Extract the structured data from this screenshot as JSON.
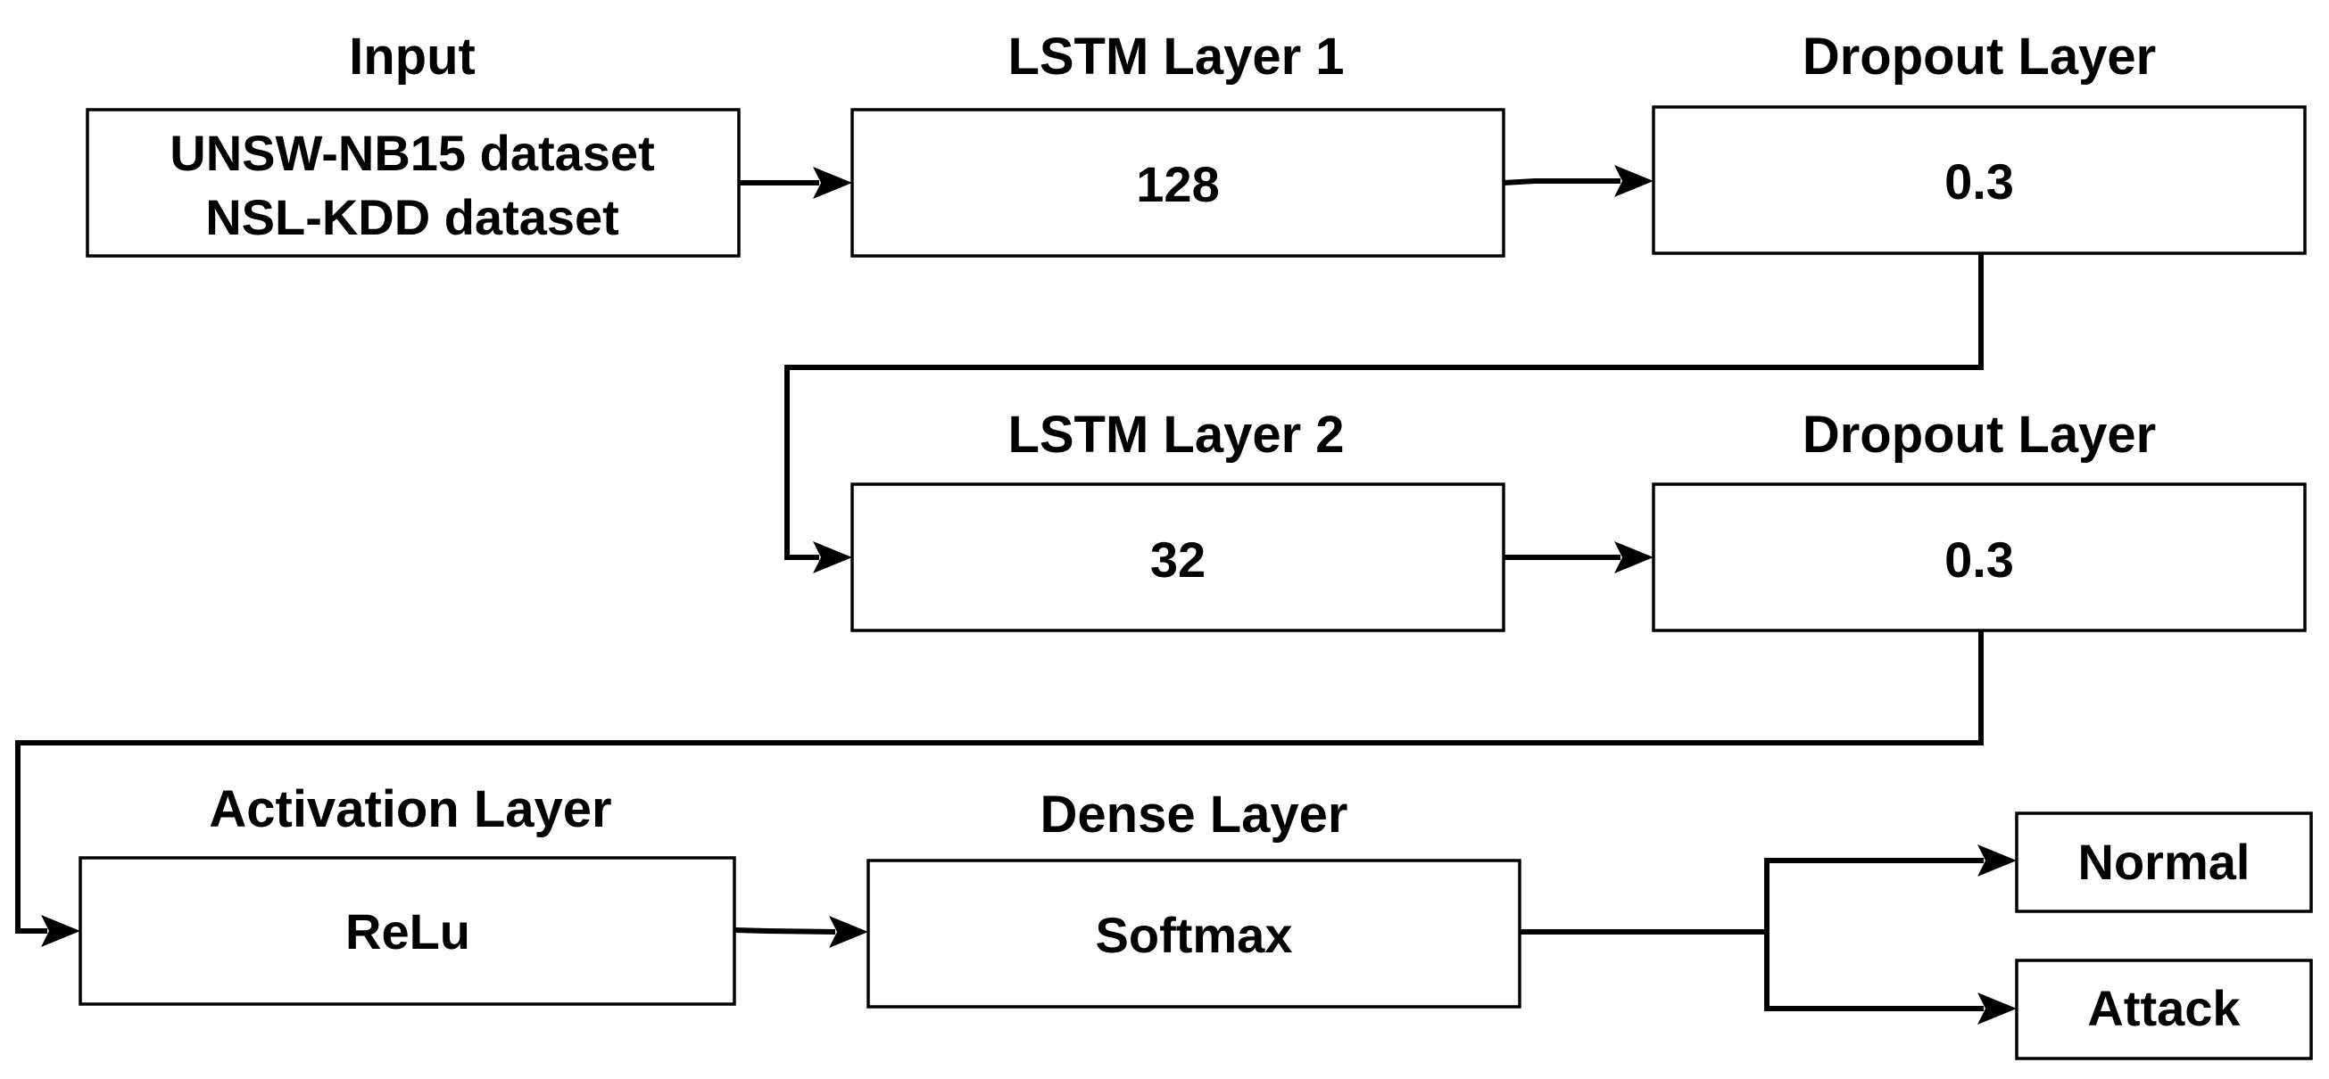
{
  "diagram": {
    "input": {
      "title": "Input",
      "line1": "UNSW-NB15 dataset",
      "line2": "NSL-KDD dataset"
    },
    "lstm1": {
      "title": "LSTM Layer 1",
      "value": "128"
    },
    "dropout1": {
      "title": "Dropout Layer",
      "value": "0.3"
    },
    "lstm2": {
      "title": "LSTM Layer 2",
      "value": "32"
    },
    "dropout2": {
      "title": "Dropout Layer",
      "value": "0.3"
    },
    "activation": {
      "title": "Activation Layer",
      "value": "ReLu"
    },
    "dense": {
      "title": "Dense Layer",
      "value": "Softmax"
    },
    "outputs": {
      "normal": "Normal",
      "attack": "Attack"
    }
  }
}
